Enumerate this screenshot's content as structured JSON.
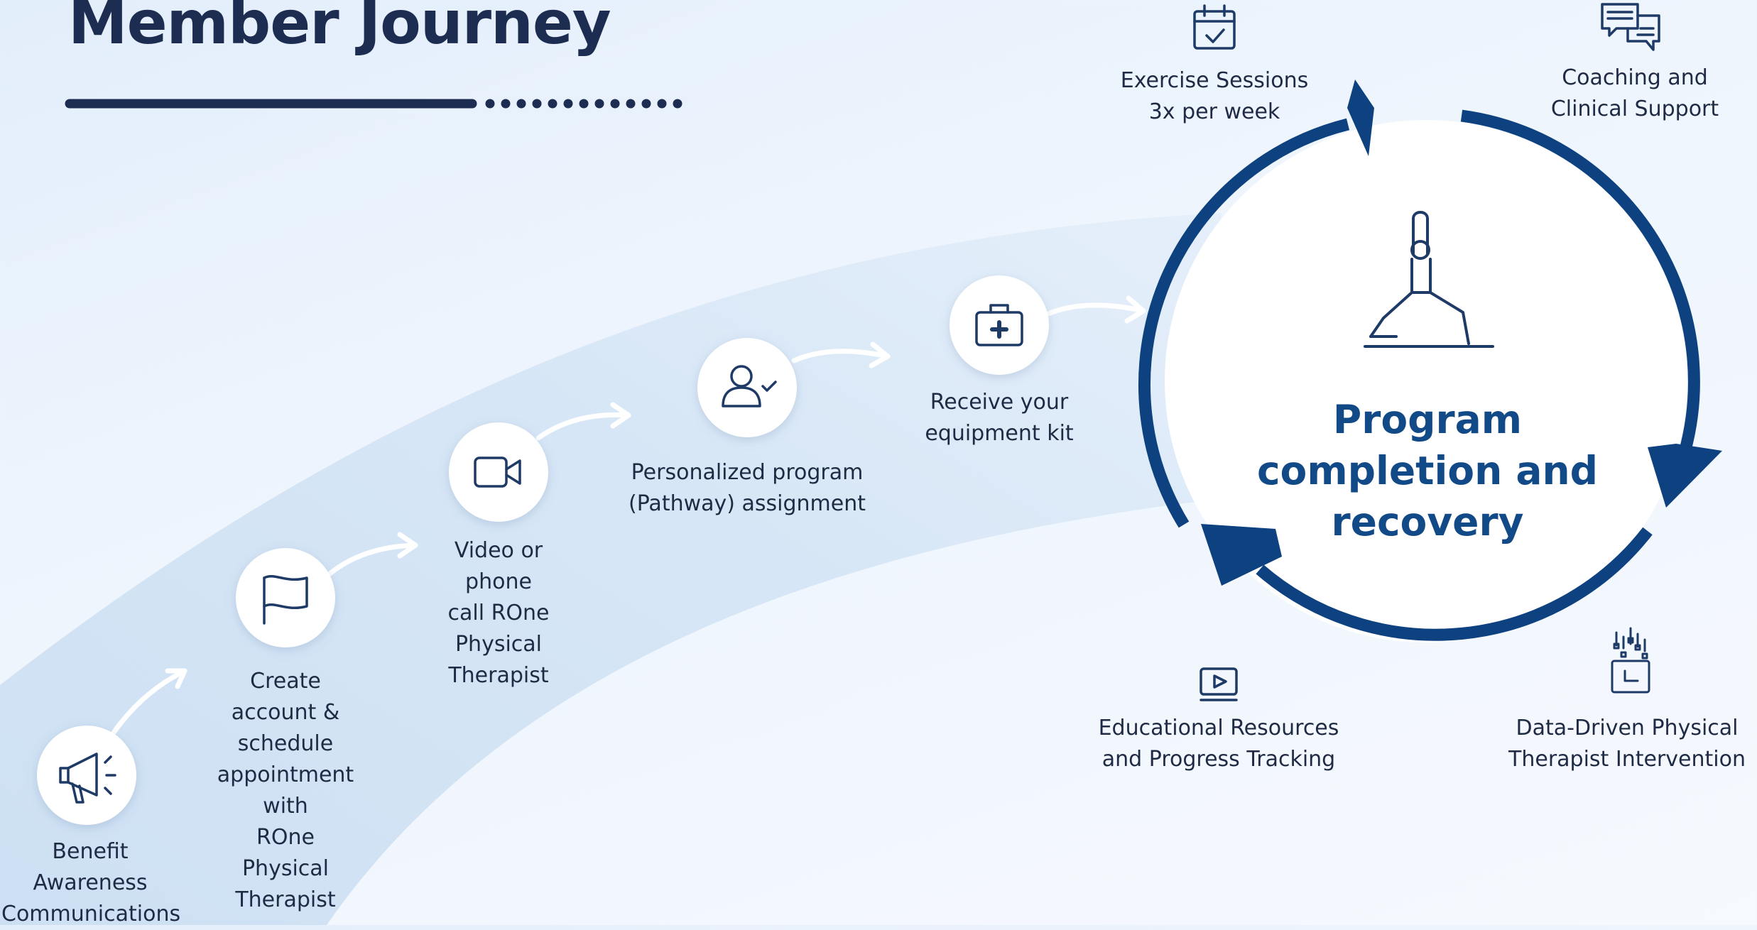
{
  "title": "Member Journey",
  "steps": [
    {
      "icon": "megaphone-icon",
      "label": "Benefit\nAwareness\nCommunications"
    },
    {
      "icon": "flag-icon",
      "label": "Create account &\nschedule\nappointment with\nROne Physical\nTherapist"
    },
    {
      "icon": "video-camera-icon",
      "label": "Video or phone\ncall ROne Physical\nTherapist"
    },
    {
      "icon": "user-check-icon",
      "label": "Personalized program\n(Pathway) assignment"
    },
    {
      "icon": "medical-kit-icon",
      "label": "Receive your\nequipment kit"
    }
  ],
  "cycle": {
    "center_label": "Program\ncompletion and\nrecovery",
    "center_icon": "yoga-pose-icon",
    "ring_color": "#0d417f",
    "items": [
      {
        "icon": "calendar-check-icon",
        "label": "Exercise Sessions\n3x per week"
      },
      {
        "icon": "chat-bubbles-icon",
        "label": "Coaching and\nClinical Support"
      },
      {
        "icon": "play-screen-icon",
        "label": "Educational Resources\nand Progress Tracking"
      },
      {
        "icon": "data-chart-icon",
        "label": "Data-Driven Physical\nTherapist Intervention"
      }
    ]
  },
  "colors": {
    "title": "#1d2d52",
    "accent": "#124a87",
    "icon": "#1e3a66"
  }
}
